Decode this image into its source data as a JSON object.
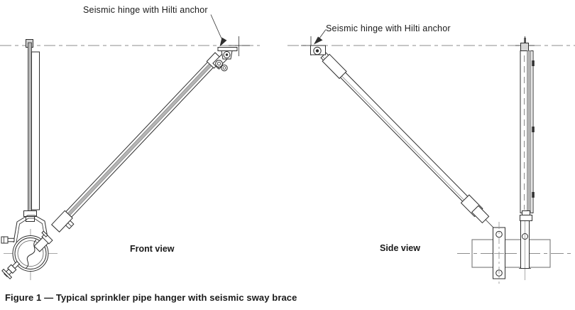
{
  "colors": {
    "line": "#2e2e2e",
    "line_light": "#777777",
    "centerline": "#8c8c8c",
    "rod_fill": "#b4b4b4",
    "anchor_fill": "#d6d6d6",
    "background": "#ffffff",
    "text": "#1a1a1a"
  },
  "front_view": {
    "label": "Front view",
    "annotation": "Seismic hinge with Hilti anchor"
  },
  "side_view": {
    "label": "Side view",
    "annotation": "Seismic hinge with Hilti anchor"
  },
  "caption": "Figure 1 — Typical sprinkler pipe hanger with seismic sway brace"
}
